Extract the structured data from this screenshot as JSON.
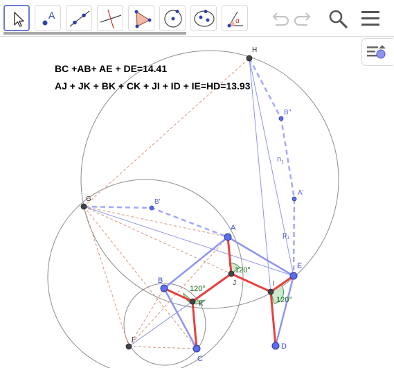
{
  "toolbar": {
    "tools": [
      {
        "name": "move-tool",
        "active": true
      },
      {
        "name": "point-tool",
        "glyph": "A"
      },
      {
        "name": "line-tool"
      },
      {
        "name": "perpendicular-line-tool"
      },
      {
        "name": "polygon-tool"
      },
      {
        "name": "circle-tool"
      },
      {
        "name": "conic-tool"
      },
      {
        "name": "angle-tool",
        "glyph": "α"
      }
    ],
    "icons": [
      "undo-icon",
      "redo-icon",
      "search-icon",
      "menu-icon",
      "style-bar-icon"
    ]
  },
  "equations": {
    "line1": "BC +AB+ AE + DE=14.41",
    "line2": "AJ + JK + BK + CK + JI + ID + IE=HD=13.93"
  },
  "points": {
    "A": "A",
    "B": "B",
    "C": "C",
    "D": "D",
    "E": "E",
    "F": "F",
    "G": "G",
    "H": "H",
    "I": "I",
    "J": "J",
    "K": "K",
    "B1": "B'",
    "A1": "A'",
    "B2": "B''"
  },
  "angles": {
    "J": "120°",
    "K": "120°",
    "I": "120°"
  },
  "segment_labels": {
    "n1": "n",
    "n1_sub": "1",
    "p1": "p",
    "p1_sub": "1"
  },
  "colors": {
    "accent": "#6b7bd6",
    "point_blue": "#5a6cf0",
    "point_dark": "#444444",
    "red_path": "#ea3e3e",
    "blue_segment": "#8e95f0",
    "dashed_blue": "#a4a8f8",
    "dashed_brown": "#d29778",
    "circle": "#8c8c8c",
    "angle_fill": "#cfe6cf",
    "angle_text": "#116611"
  }
}
